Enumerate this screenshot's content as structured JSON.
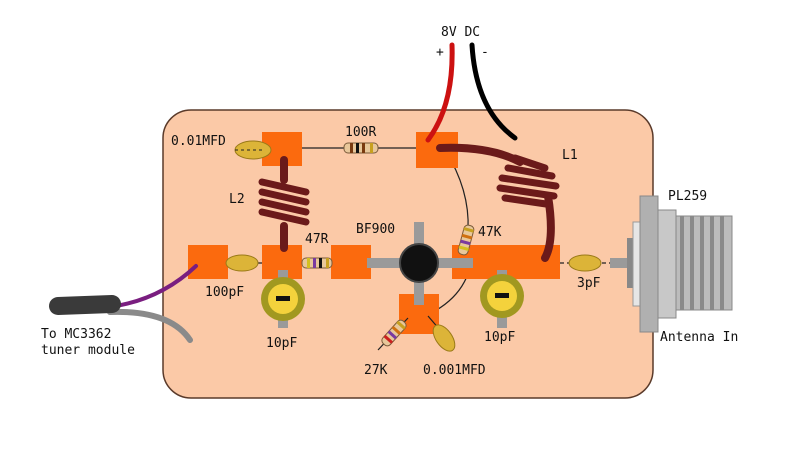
{
  "labels": {
    "dc_supply": "8V DC",
    "plus": "+",
    "minus": "-",
    "cap_001mfd": "0.01MFD",
    "res_100r": "100R",
    "inductor_l1": "L1",
    "inductor_l2": "L2",
    "connector": "PL259",
    "transistor": "BF900",
    "res_47r": "47R",
    "res_47k": "47K",
    "cap_100pf": "100pF",
    "cap_3pf": "3pF",
    "trimmer_left": "10pF",
    "trimmer_right": "10pF",
    "res_27k": "27K",
    "cap_0001mfd": "0.001MFD",
    "antenna_in": "Antenna In",
    "tuner_line1": "To MC3362",
    "tuner_line2": "tuner module"
  },
  "colors": {
    "board": "#fbc9a7",
    "board_edge": "#5a3a2a",
    "pad": "#fb6a0e",
    "coil": "#6b1a1a",
    "cap_body": "#dcb438",
    "trimmer_ring": "#a19820",
    "trimmer_core": "#f4d23c",
    "transistor": "#111111",
    "wire_red": "#cc1111",
    "wire_black": "#000000",
    "cable_purple": "#7a1e80",
    "cable_gray": "#8a8a8a",
    "metal": "#b8b8b8"
  }
}
